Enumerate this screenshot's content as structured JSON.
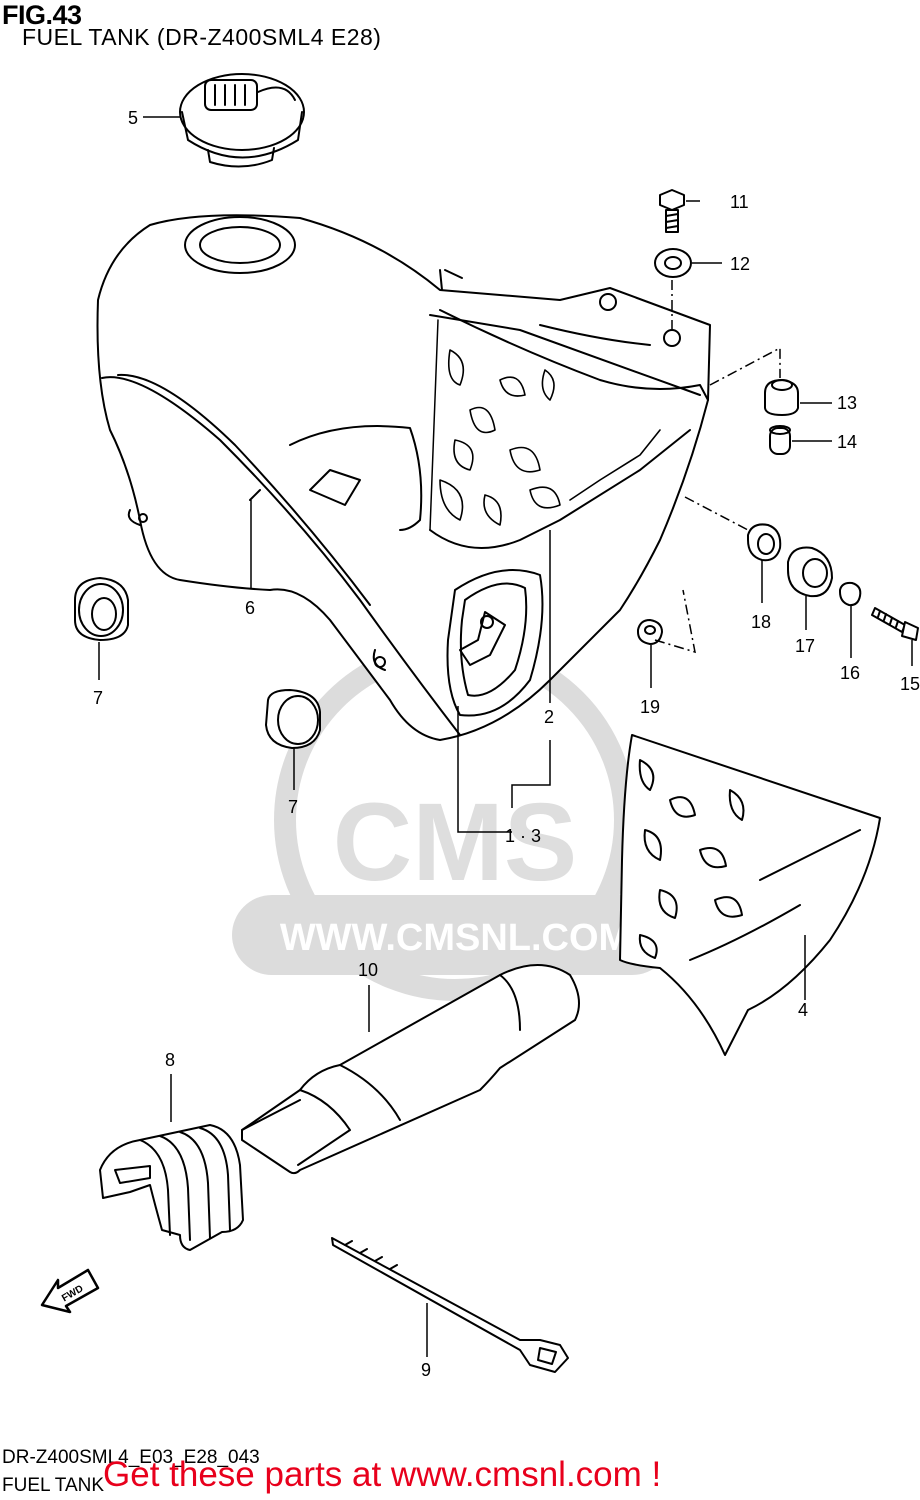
{
  "figure": {
    "number": "FIG.43",
    "title": "FUEL TANK (DR-Z400SML4 E28)"
  },
  "callouts": [
    {
      "id": "c1-3",
      "label": "1 · 3"
    },
    {
      "id": "c2",
      "label": "2"
    },
    {
      "id": "c4",
      "label": "4"
    },
    {
      "id": "c5",
      "label": "5"
    },
    {
      "id": "c6",
      "label": "6"
    },
    {
      "id": "c7a",
      "label": "7"
    },
    {
      "id": "c7b",
      "label": "7"
    },
    {
      "id": "c8",
      "label": "8"
    },
    {
      "id": "c9",
      "label": "9"
    },
    {
      "id": "c10",
      "label": "10"
    },
    {
      "id": "c11",
      "label": "11"
    },
    {
      "id": "c12",
      "label": "12"
    },
    {
      "id": "c13",
      "label": "13"
    },
    {
      "id": "c14",
      "label": "14"
    },
    {
      "id": "c15",
      "label": "15"
    },
    {
      "id": "c16",
      "label": "16"
    },
    {
      "id": "c17",
      "label": "17"
    },
    {
      "id": "c18",
      "label": "18"
    },
    {
      "id": "c19",
      "label": "19"
    }
  ],
  "fwd_arrow": {
    "label": "FWD"
  },
  "watermark": {
    "logo_text": "CMS",
    "url_text": "WWW.CMSNL.COM"
  },
  "footer": {
    "diagram_code": "DR-Z400SML4_E03_E28_043",
    "diagram_name": "FUEL TANK",
    "promo": "Get these parts at www.cmsnl.com !"
  },
  "colors": {
    "line": "#000000",
    "watermark": "#d9d9d9",
    "promo": "#e8001c"
  }
}
